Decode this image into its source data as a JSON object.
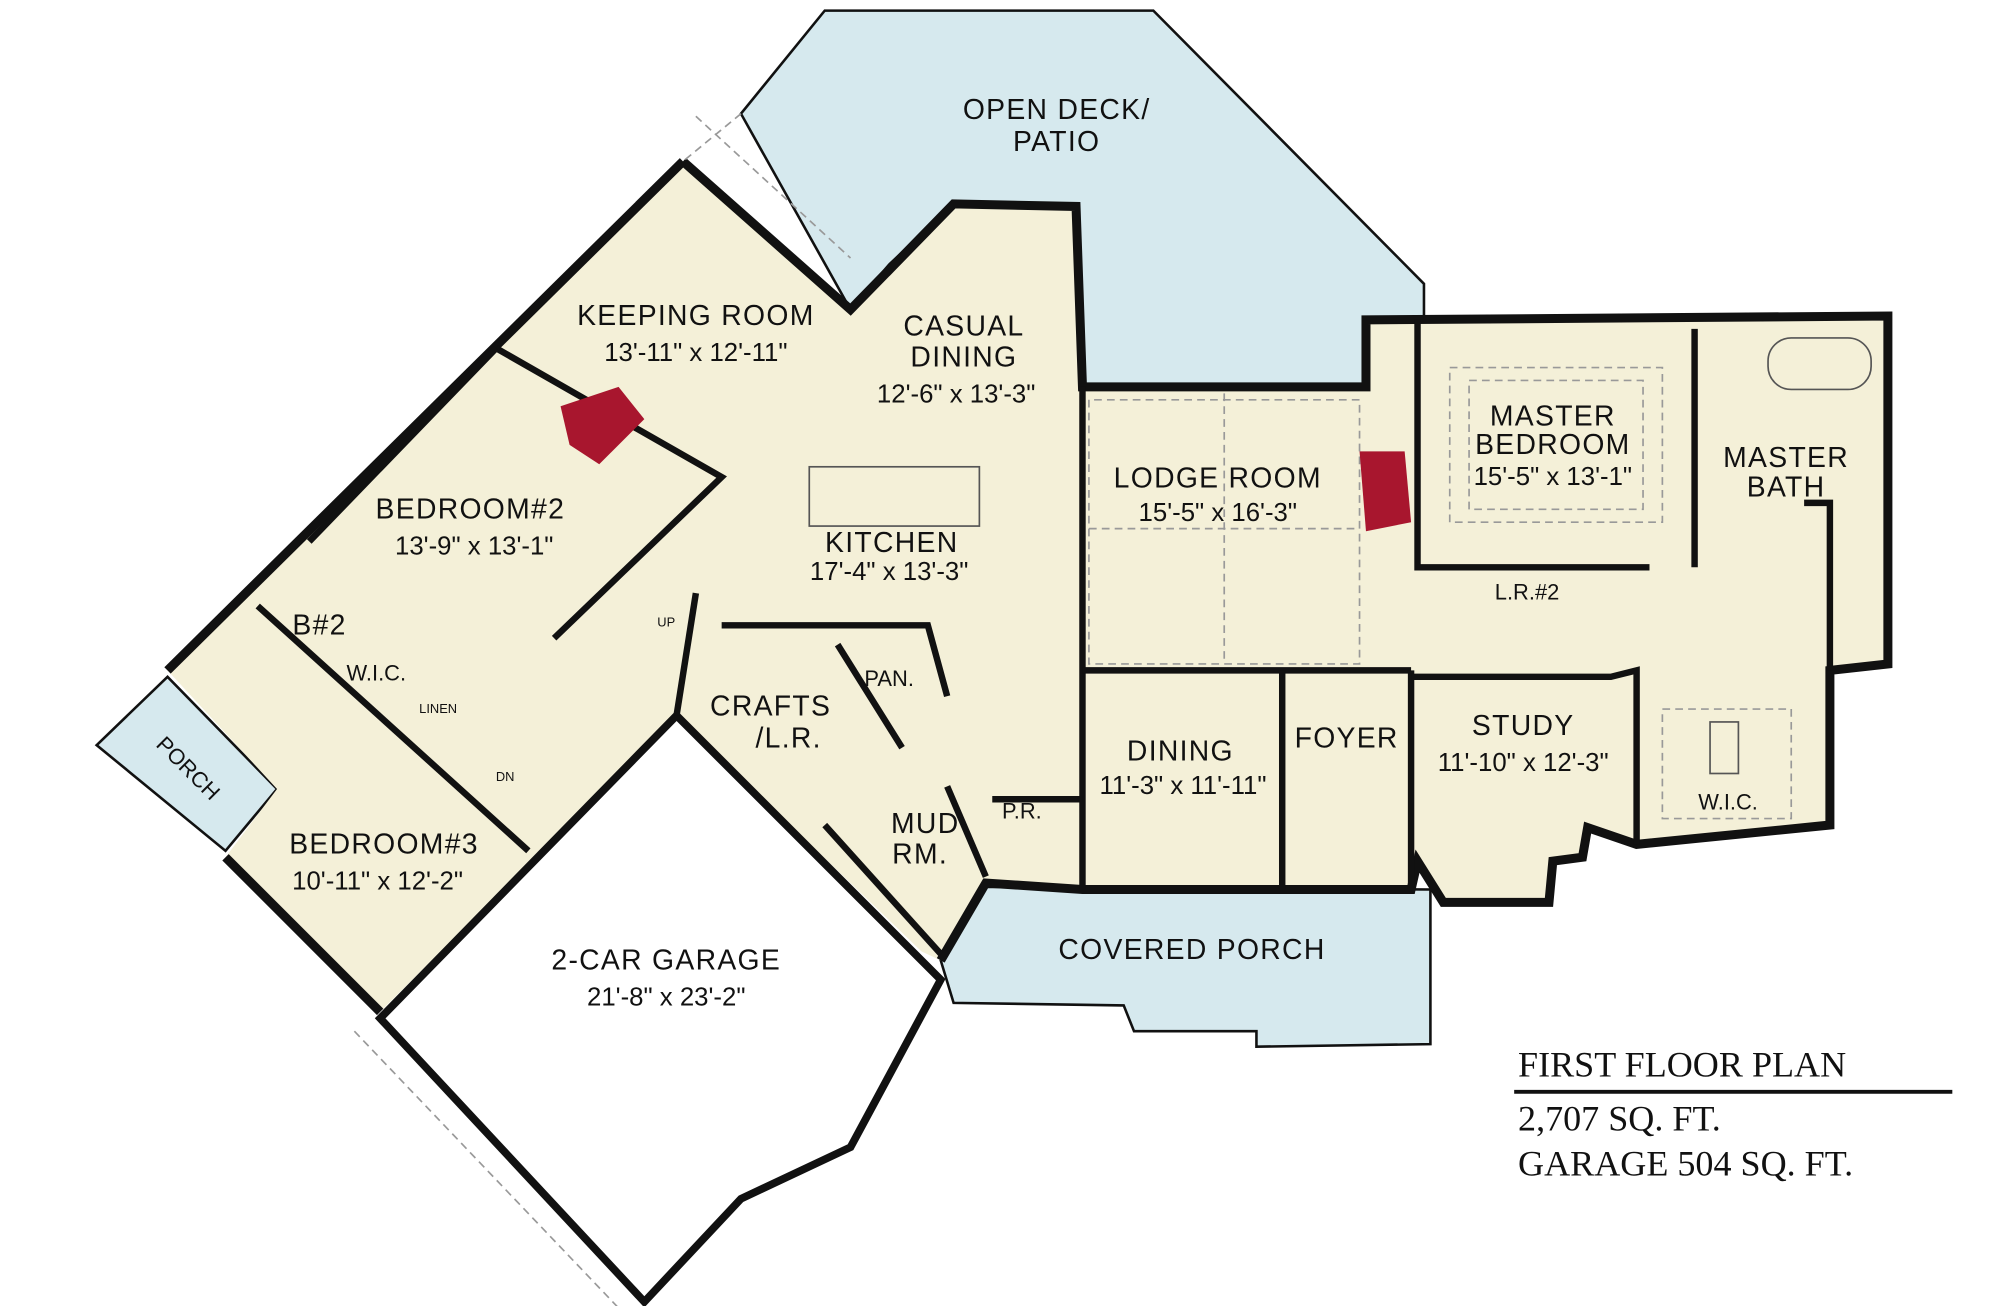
{
  "colors": {
    "floor": "#f4f0d8",
    "outdoor": "#d6e9ee",
    "fireplace": "#a8162e",
    "wall": "#111111"
  },
  "rooms": {
    "open_deck": {
      "line1": "OPEN DECK/",
      "line2": "PATIO"
    },
    "keeping_room": {
      "name": "KEEPING ROOM",
      "dims": "13'-11\" x 12'-11\""
    },
    "casual_dining": {
      "line1": "CASUAL",
      "line2": "DINING",
      "dims": "12'-6\" x 13'-3\""
    },
    "kitchen": {
      "name": "KITCHEN",
      "dims": "17'-4\" x 13'-3\""
    },
    "lodge_room": {
      "name": "LODGE ROOM",
      "dims": "15'-5\" x 16'-3\""
    },
    "master_bedroom": {
      "line1": "MASTER",
      "line2": "BEDROOM",
      "dims": "15'-5\" x 13'-1\""
    },
    "master_bath": {
      "line1": "MASTER",
      "line2": "BATH"
    },
    "laundry2": {
      "name": "L.R.#2"
    },
    "bedroom2": {
      "name": "BEDROOM#2",
      "dims": "13'-9\" x 13'-1\""
    },
    "bath2": {
      "name": "B#2"
    },
    "wic_left": {
      "name": "W.I.C."
    },
    "linen": {
      "name": "LINEN"
    },
    "stairs_up": {
      "name": "UP"
    },
    "stairs_dn": {
      "name": "DN"
    },
    "pantry": {
      "name": "PAN."
    },
    "crafts": {
      "line1": "CRAFTS",
      "line2": "/L.R."
    },
    "porch": {
      "name": "PORCH"
    },
    "bedroom3": {
      "name": "BEDROOM#3",
      "dims": "10'-11\" x 12'-2\""
    },
    "mud_room": {
      "line1": "MUD",
      "line2": "RM."
    },
    "powder_room": {
      "name": "P.R."
    },
    "dining": {
      "name": "DINING",
      "dims": "11'-3\" x 11'-11\""
    },
    "foyer": {
      "name": "FOYER"
    },
    "study": {
      "name": "STUDY",
      "dims": "11'-10\" x 12'-3\""
    },
    "wic_master": {
      "name": "W.I.C."
    },
    "covered_porch": {
      "name": "COVERED PORCH"
    },
    "garage": {
      "name": "2-CAR GARAGE",
      "dims": "21'-8\" x 23'-2\""
    }
  },
  "title_block": {
    "title": "FIRST FLOOR PLAN",
    "area": "2,707  SQ. FT.",
    "garage_area": "GARAGE  504  SQ. FT."
  }
}
